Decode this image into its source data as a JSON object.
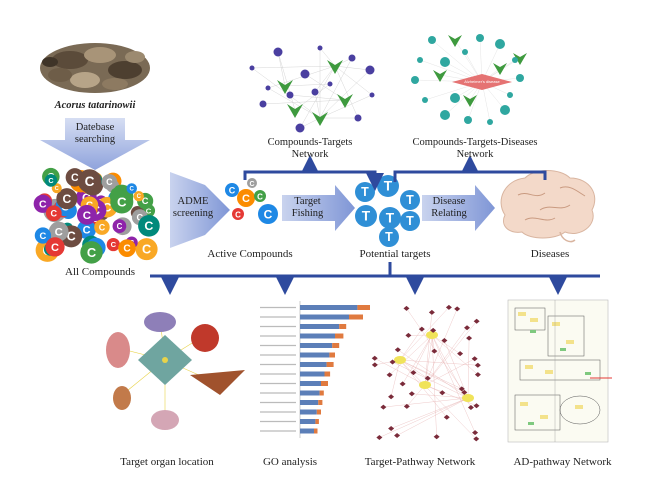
{
  "herb": {
    "name": "Acorus tatarinowii"
  },
  "steps": {
    "database_searching": [
      "Datebase",
      "searching"
    ],
    "adme_screening": [
      "ADME",
      "screening"
    ],
    "target_fishing": [
      "Target",
      "Fishing"
    ],
    "disease_relating": [
      "Disease",
      "Relating"
    ]
  },
  "nodes": {
    "all_compounds": "All Compounds",
    "active_compounds": "Active Compounds",
    "potential_targets": "Potential targets",
    "diseases": "Diseases",
    "compound_letter": "C",
    "target_letter": "T"
  },
  "networks": {
    "ct": [
      "Compounds-Targets",
      "Network"
    ],
    "ctd": [
      "Compounds-Targets-Diseases",
      "Network"
    ],
    "ctd_center": "Alzheimer's disease"
  },
  "analyses": [
    {
      "label": "Target organ location"
    },
    {
      "label": "GO analysis"
    },
    {
      "label": "Target-Pathway Network"
    },
    {
      "label": "AD-pathway Network"
    }
  ],
  "colors": {
    "arrow_blue": "#2e4a9e",
    "light_arrow": "#9aaedc",
    "target_blue": "#2f8fd6",
    "compound_palette": [
      "#e53935",
      "#1e88e5",
      "#43a047",
      "#8e24aa",
      "#fb8c00",
      "#00897b",
      "#6d4c41",
      "#f9a825",
      "#9e9e9e"
    ]
  }
}
